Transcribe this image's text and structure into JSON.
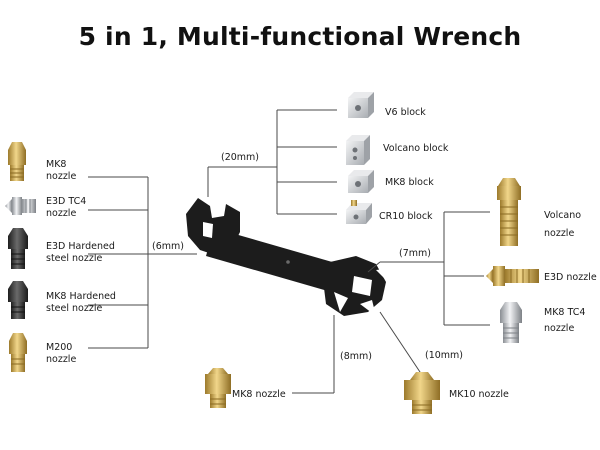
{
  "title": "5 in 1, Multi-functional Wrench",
  "dimensions": {
    "six": "(6mm)",
    "seven": "(7mm)",
    "eight": "(8mm)",
    "ten": "(10mm)",
    "twenty": "(20mm)"
  },
  "left_nozzles": [
    {
      "line1": "MK8",
      "line2": "nozzle"
    },
    {
      "line1": "E3D TC4",
      "line2": "nozzle"
    },
    {
      "line1": "E3D Hardened",
      "line2": "steel nozzle"
    },
    {
      "line1": "MK8 Hardened",
      "line2": "steel nozzle"
    },
    {
      "line1": "M200",
      "line2": "nozzle"
    }
  ],
  "blocks": [
    {
      "label": "V6 block"
    },
    {
      "label": "Volcano block"
    },
    {
      "label": "MK8 block"
    },
    {
      "label": "CR10 block"
    }
  ],
  "right_nozzles": [
    {
      "line1": "Volcano",
      "line2": "nozzle"
    },
    {
      "line1": "E3D nozzle",
      "line2": ""
    },
    {
      "line1": "MK8 TC4",
      "line2": "nozzle"
    }
  ],
  "bottom_nozzles": [
    {
      "label": "MK8 nozzle"
    },
    {
      "label": "MK10 nozzle"
    }
  ],
  "colors": {
    "brass": "#d8b25a",
    "steel": "#c9ccd0",
    "hardened": "#3a3a3a",
    "wrench": "#1c1c1c",
    "block": "#d4d6d9"
  }
}
